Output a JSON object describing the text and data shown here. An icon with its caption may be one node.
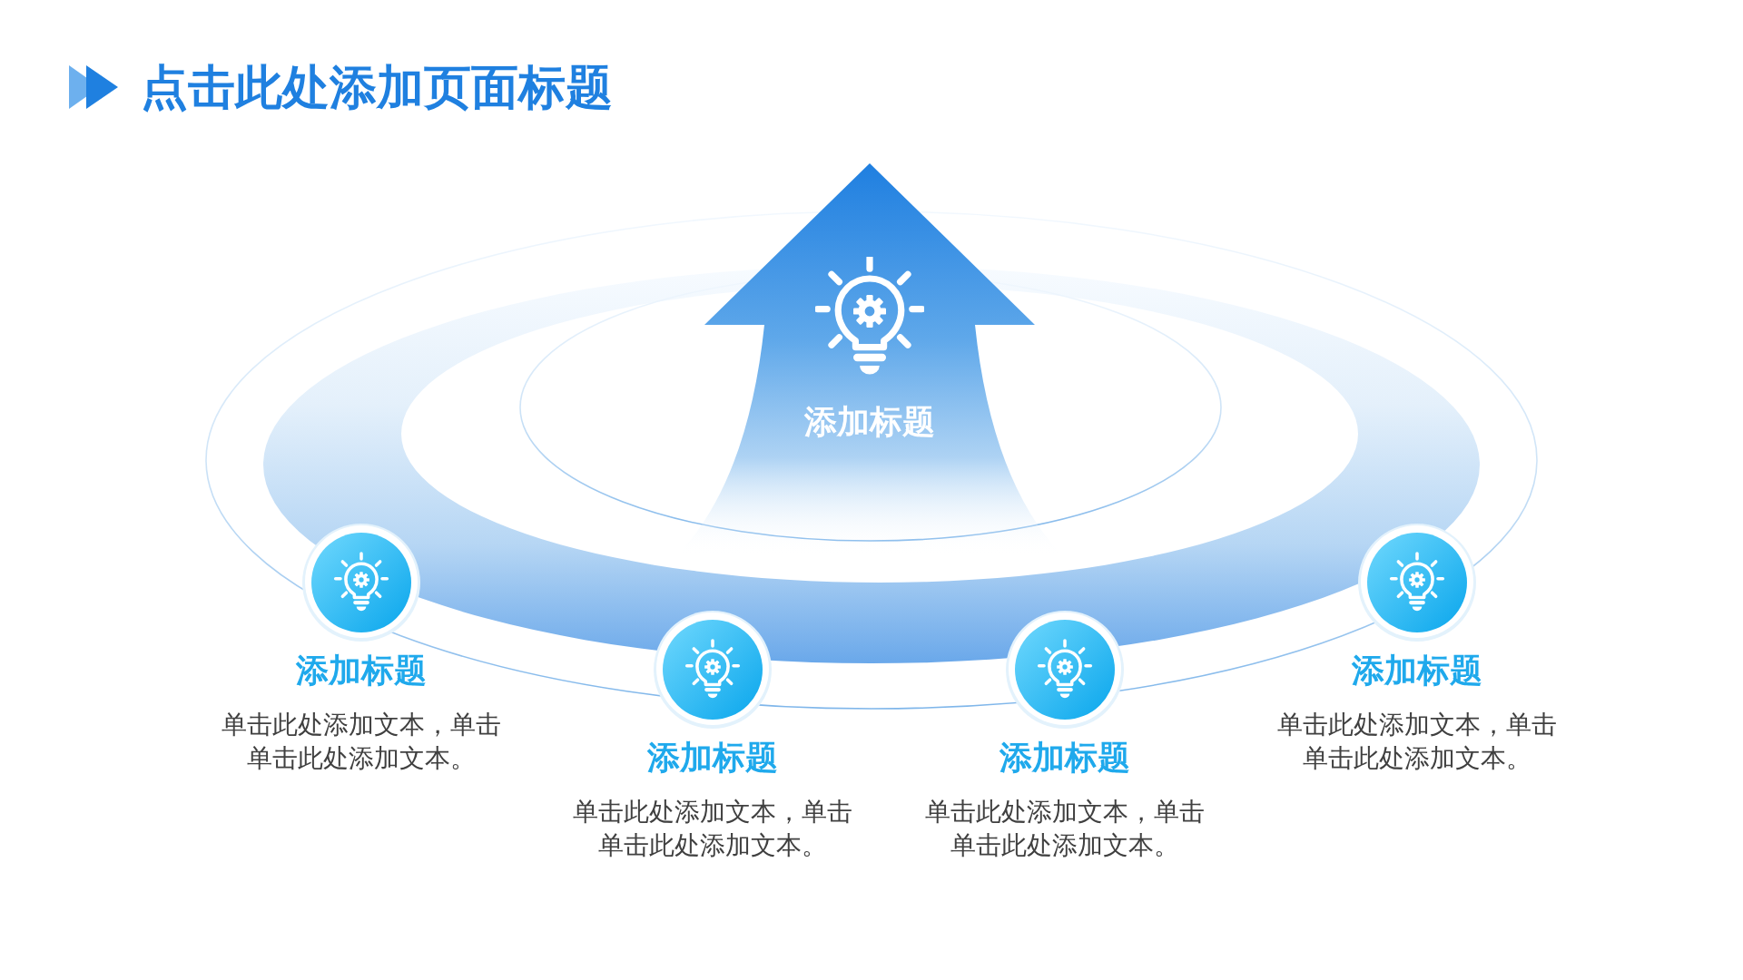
{
  "diagram": {
    "title": "点击此处添加页面标题",
    "nodes": [
      {
        "text": [
          "添加标题"
        ]
      },
      {
        "text": [
          "添加标题",
          "单击此处添加文本，单击单击此处添加文本。"
        ]
      },
      {
        "text": [
          "添加标题",
          "单击此处添加文本，单击单击此处添加文本。"
        ]
      },
      {
        "text": [
          "添加标题",
          "单击此处添加文本，单击单击此处添加文本。"
        ]
      },
      {
        "text": [
          "添加标题",
          "单击此处添加文本，单击单击此处添加文本。"
        ]
      }
    ]
  }
}
